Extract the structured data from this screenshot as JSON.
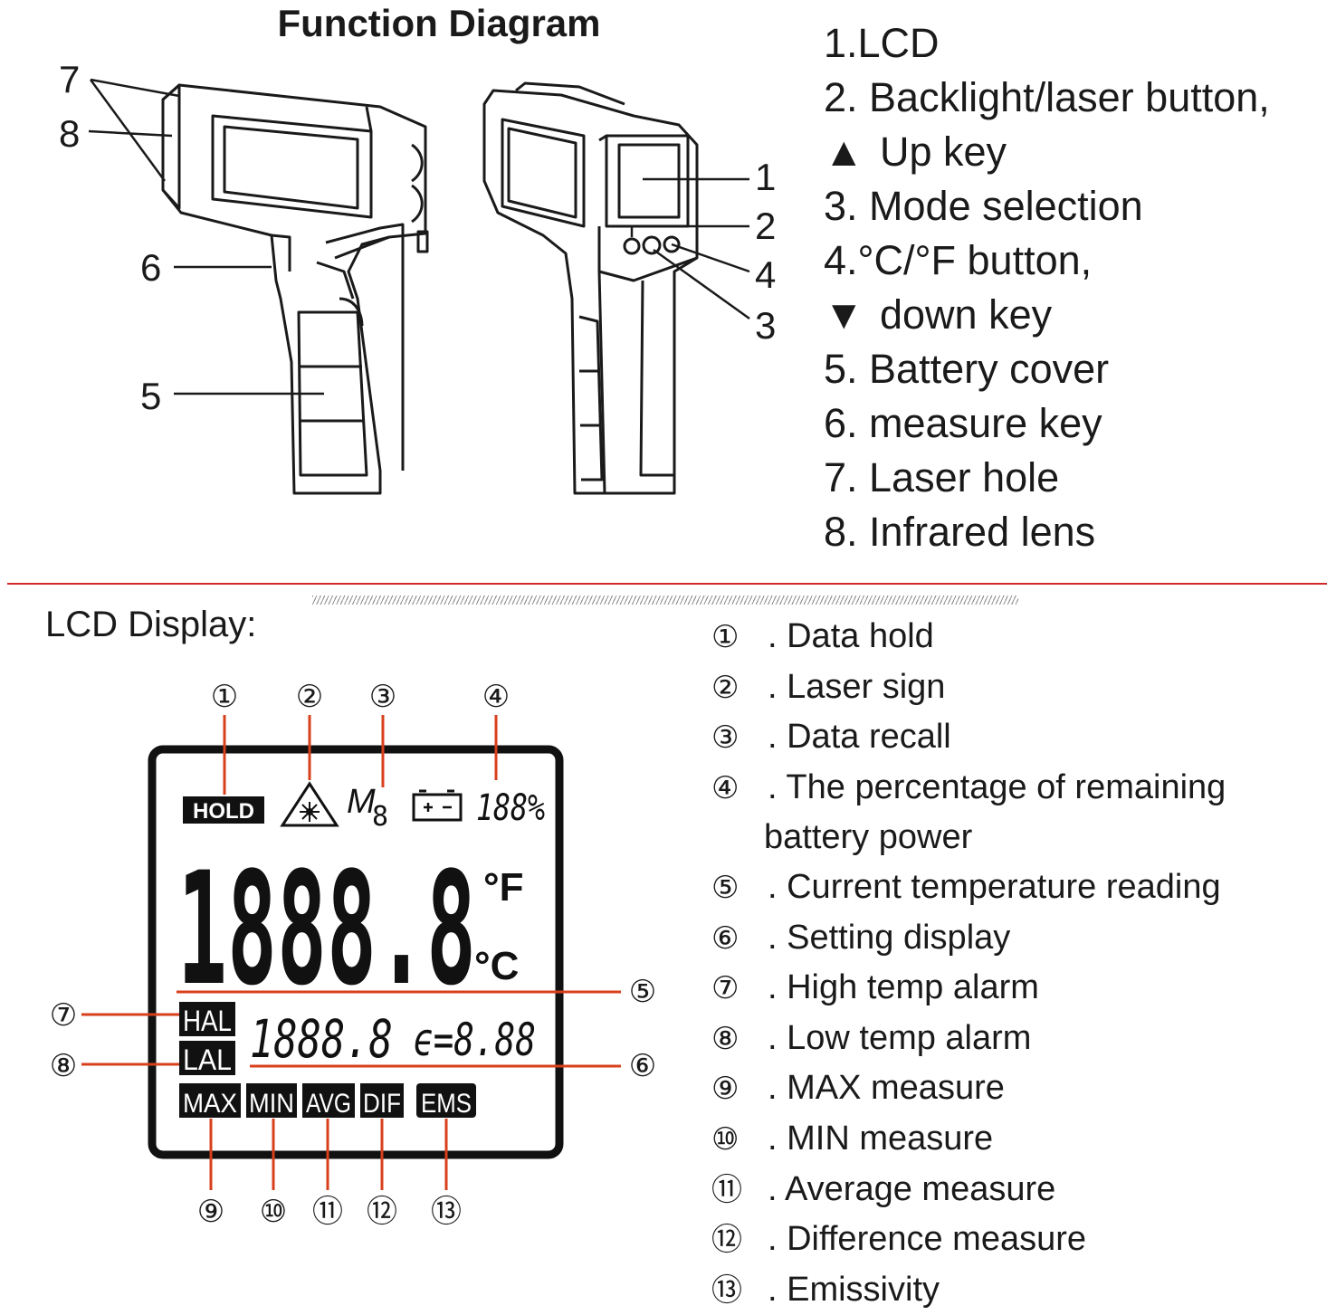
{
  "function_diagram": {
    "title": "Function Diagram",
    "callout_numbers": [
      "1",
      "2",
      "3",
      "4",
      "5",
      "6",
      "7",
      "8"
    ],
    "items": [
      {
        "text": "1.LCD"
      },
      {
        "text": "2. Backlight/laser button,"
      },
      {
        "symbol": "▲",
        "text": "Up key"
      },
      {
        "text": "3. Mode selection"
      },
      {
        "text": "4.°C/°F button,"
      },
      {
        "symbol": "▼",
        "text": "down key"
      },
      {
        "text": "5. Battery cover"
      },
      {
        "text": "6. measure key"
      },
      {
        "text": "7. Laser hole"
      },
      {
        "text": "8. Infrared lens"
      }
    ]
  },
  "lcd_display": {
    "title": "LCD Display:",
    "screen": {
      "hold": "HOLD",
      "memory_mark": "M",
      "memory_digit": "8",
      "battery_percent": "188%",
      "main_reading": "1888.8",
      "unit_f": "°F",
      "unit_c": "°C",
      "hal": "HAL",
      "lal": "LAL",
      "setting_reading": "1888.8",
      "emissivity": "ϵ=8.88",
      "modes": [
        "MAX",
        "MIN",
        "AVG",
        "DIF",
        "EMS"
      ]
    },
    "callouts": [
      "①",
      "②",
      "③",
      "④",
      "⑤",
      "⑥",
      "⑦",
      "⑧",
      "⑨",
      "⑩",
      "⑪",
      "⑫",
      "⑬"
    ],
    "items": [
      {
        "num": "①",
        "text": ". Data hold"
      },
      {
        "num": "②",
        "text": ". Laser sign"
      },
      {
        "num": "③",
        "text": ". Data recall"
      },
      {
        "num": "④",
        "text": ". The percentage of remaining"
      },
      {
        "num": "",
        "text": "battery power"
      },
      {
        "num": "⑤",
        "text": ". Current temperature reading"
      },
      {
        "num": "⑥",
        "text": ". Setting display"
      },
      {
        "num": "⑦",
        "text": ". High temp alarm"
      },
      {
        "num": "⑧",
        "text": ". Low temp alarm"
      },
      {
        "num": "⑨",
        "text": ". MAX measure"
      },
      {
        "num": "⑩",
        "text": ". MIN measure"
      },
      {
        "num": "⑪",
        "text": ". Average measure"
      },
      {
        "num": "⑫",
        "text": ". Difference measure"
      },
      {
        "num": "⑬",
        "text": ". Emissivity"
      }
    ]
  },
  "colors": {
    "callout_line": "#d8401c",
    "divider": "#d22a2a",
    "ink": "#1a1a1a"
  }
}
